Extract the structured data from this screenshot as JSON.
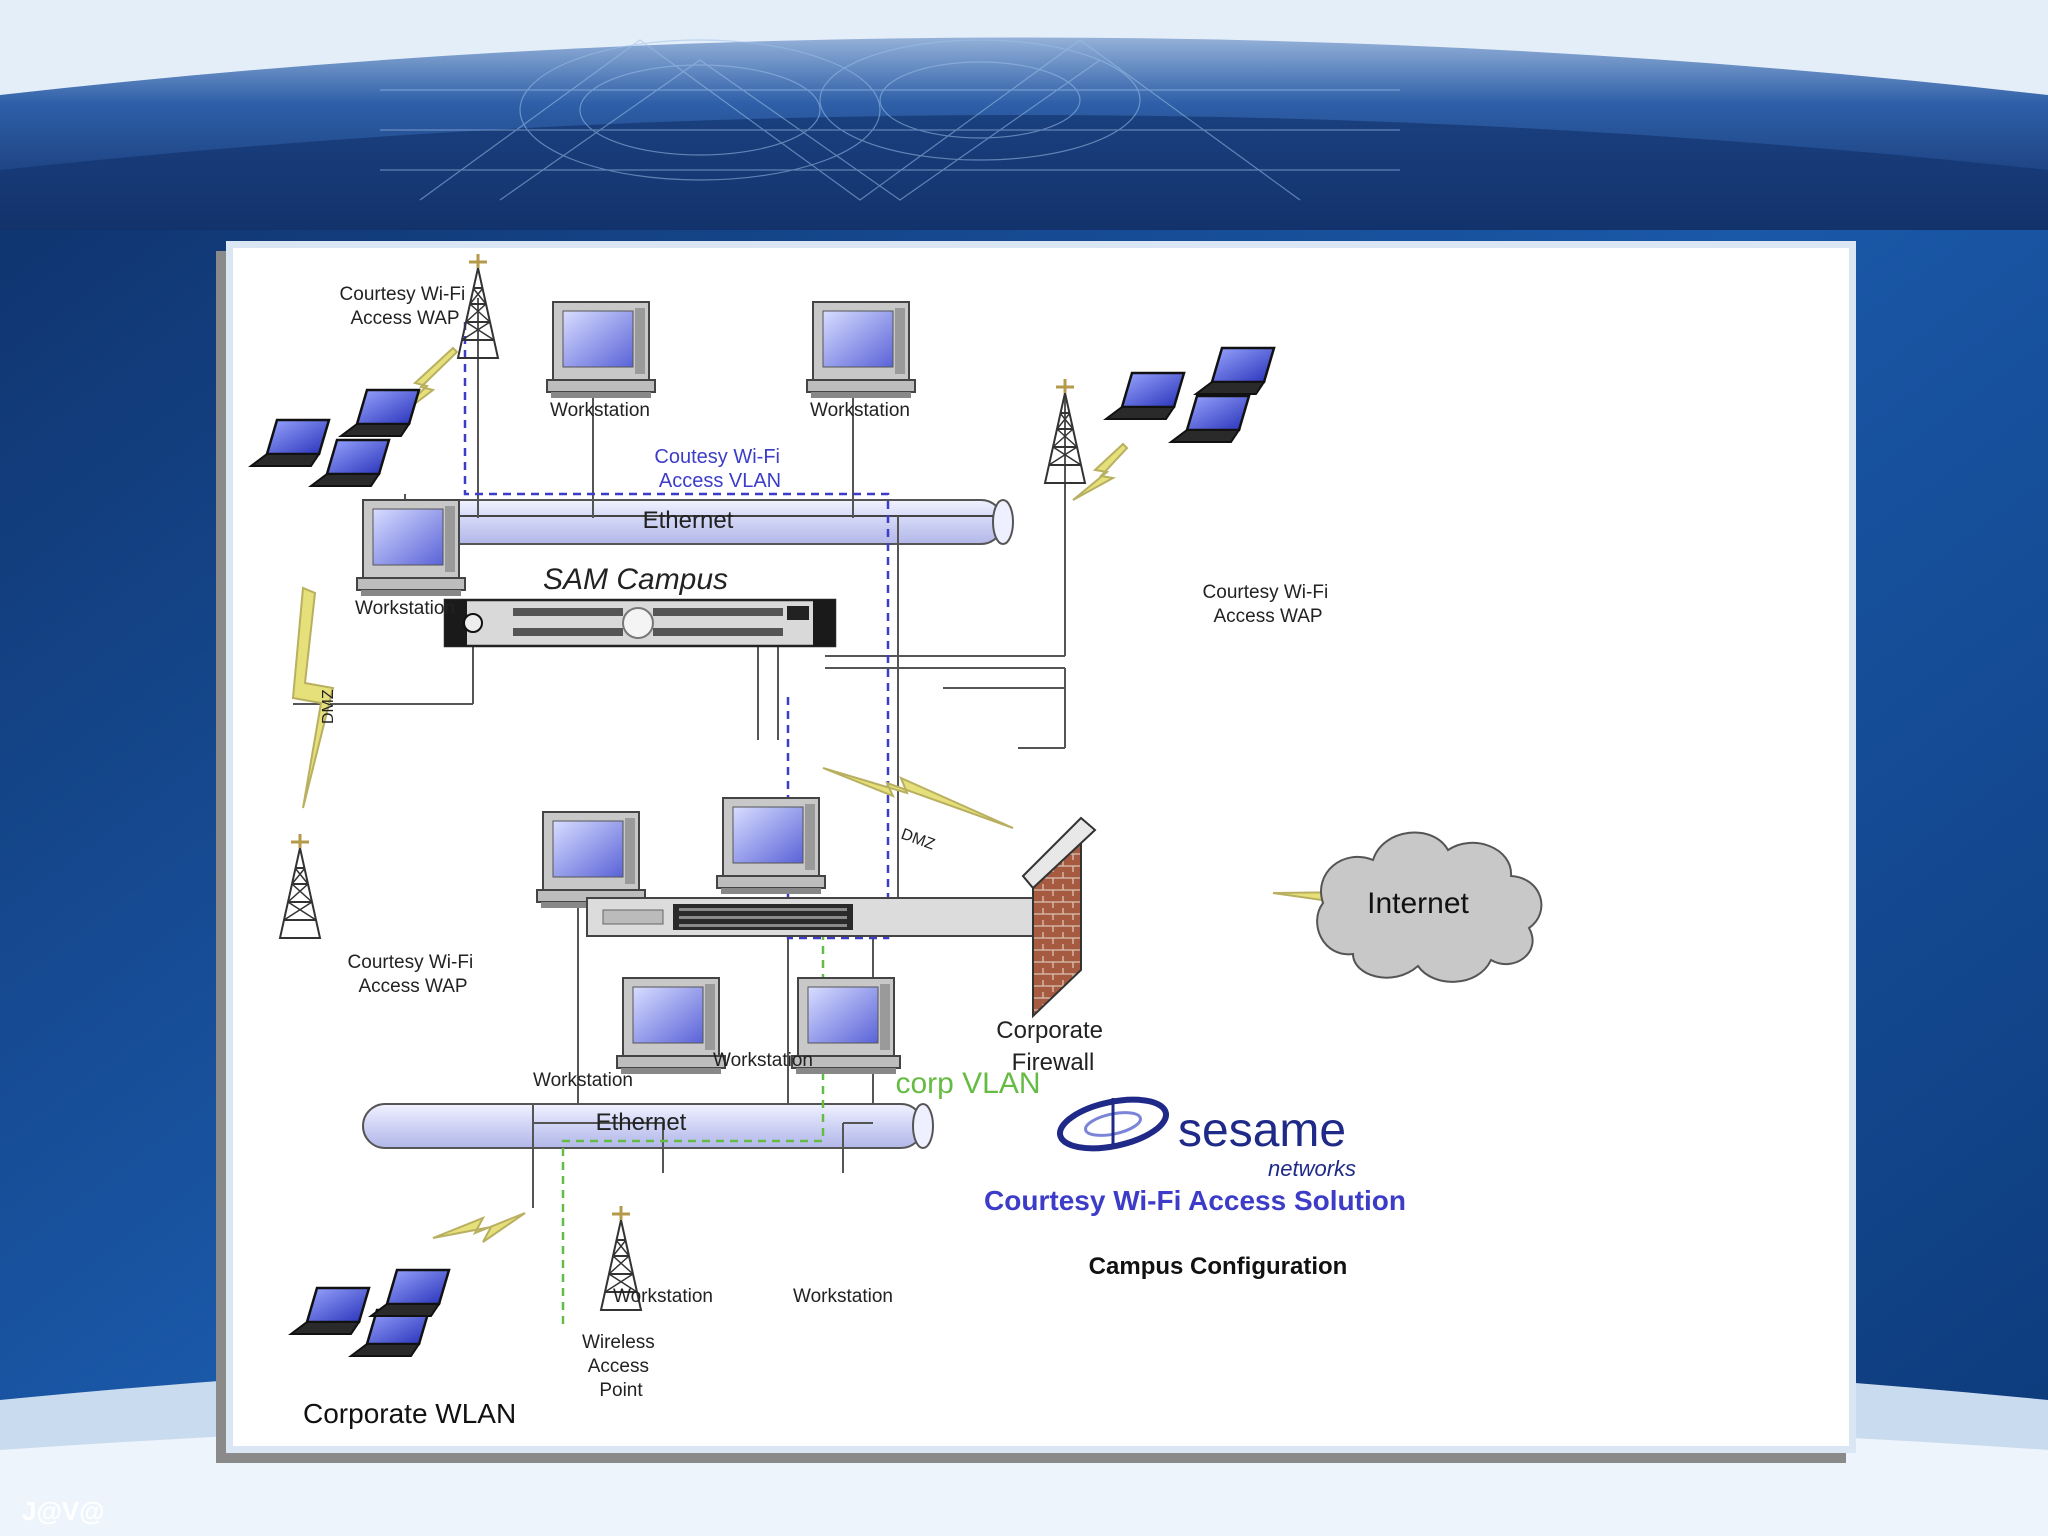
{
  "footer": {
    "mark": "J@V@"
  },
  "diagram": {
    "labels": {
      "wap_top_left": [
        "Courtesy Wi-Fi",
        "Access WAP"
      ],
      "wap_right": [
        "Courtesy Wi-Fi",
        "Access WAP"
      ],
      "wap_left": [
        "Courtesy Wi-Fi",
        "Access  WAP"
      ],
      "vlan_courtesy": [
        "Coutesy Wi-Fi",
        "Access VLAN"
      ],
      "ethernet_top": "Ethernet",
      "ethernet_bottom": "Ethernet",
      "sam_campus": "SAM Campus",
      "dmz_left": "DMZ",
      "dmz_right": "DMZ",
      "internet": "Internet",
      "corporate_firewall": [
        "Corporate",
        "Firewall"
      ],
      "corp_vlan": "corp VLAN",
      "wireless_access_point": [
        "Wireless",
        "Access",
        "Point"
      ],
      "corporate_wlan": "Corporate WLAN",
      "workstation": "Workstation"
    },
    "logo": {
      "name": "sesame",
      "sub": "networks"
    },
    "solution_title": "Courtesy Wi-Fi Access Solution",
    "configuration": "Campus Configuration",
    "colors": {
      "courtesy_vlan": "#3c3cc8",
      "corp_vlan": "#66bb44",
      "ethernet": "#d9dcf6",
      "firewall_brick": "#a0523d",
      "internet_cloud": "#c8c8c8"
    }
  }
}
